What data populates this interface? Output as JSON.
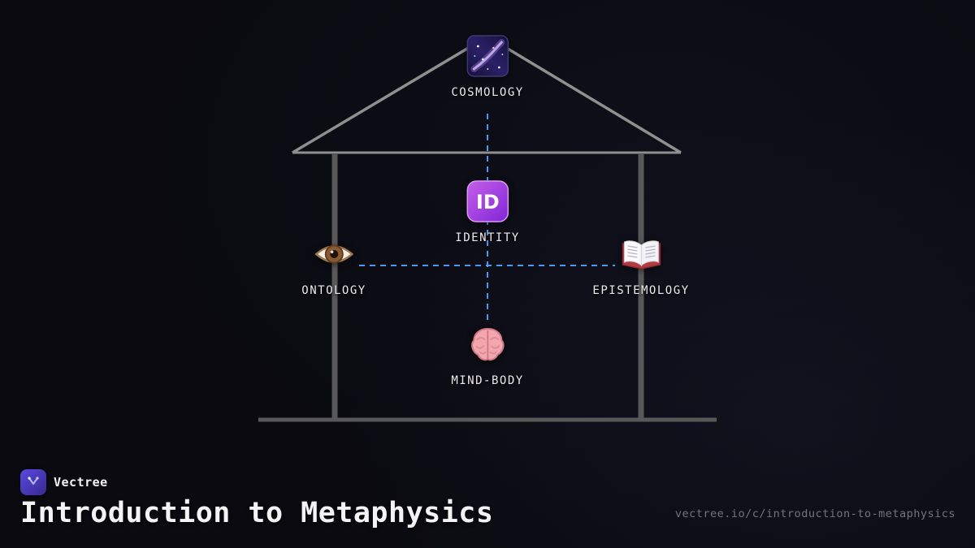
{
  "brand": {
    "name": "Vectree"
  },
  "title": "Introduction to Metaphysics",
  "url": "vectree.io/c/introduction-to-metaphysics",
  "diagram": {
    "structure": "house",
    "identity_icon_text": "ID",
    "nodes": [
      {
        "id": "cosmology",
        "label": "COSMOLOGY",
        "icon": "galaxy-icon",
        "position": "roof-apex"
      },
      {
        "id": "identity",
        "label": "IDENTITY",
        "icon": "id-badge-icon",
        "position": "center-upper"
      },
      {
        "id": "ontology",
        "label": "ONTOLOGY",
        "icon": "eye-icon",
        "position": "left-pillar"
      },
      {
        "id": "epistemology",
        "label": "EPISTEMOLOGY",
        "icon": "open-book-icon",
        "position": "right-pillar"
      },
      {
        "id": "mind-body",
        "label": "MIND-BODY",
        "icon": "brain-icon",
        "position": "center-lower"
      }
    ],
    "connections": [
      {
        "from": "cosmology",
        "to": "mind-body",
        "style": "dashed",
        "orientation": "vertical"
      },
      {
        "from": "ontology",
        "to": "epistemology",
        "style": "dashed",
        "orientation": "horizontal"
      }
    ],
    "colors": {
      "connector_blue": "#4da0ff",
      "roof_gray": "#8f8f8f",
      "pillar_gray": "#585858",
      "label_text": "#eceaea",
      "background": "#0a0a10",
      "logo_purple": "#5a49e0"
    }
  }
}
